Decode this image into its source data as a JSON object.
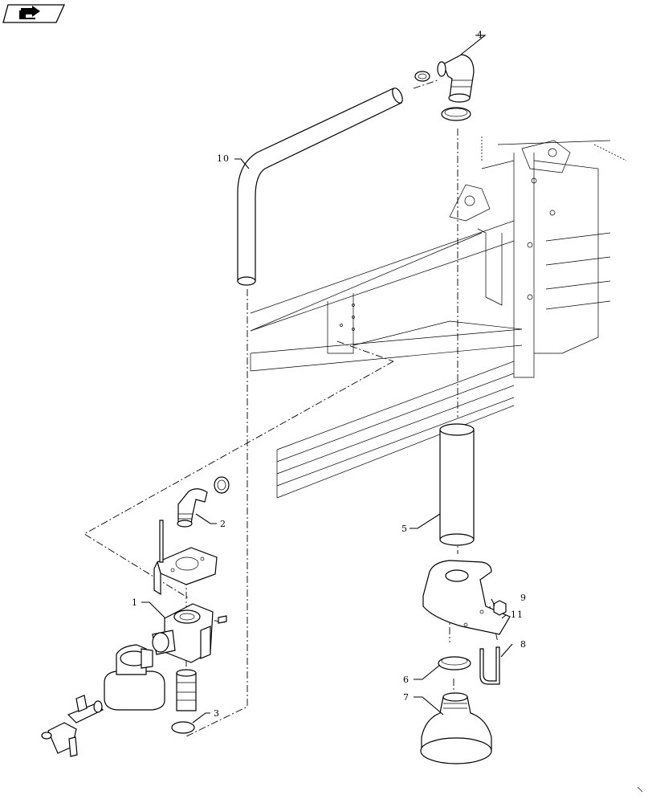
{
  "diagram": {
    "nav_icon": "next-page-arrow-icon",
    "callouts": [
      {
        "id": "1",
        "label": "1"
      },
      {
        "id": "2",
        "label": "2"
      },
      {
        "id": "3",
        "label": "3"
      },
      {
        "id": "4",
        "label": "4"
      },
      {
        "id": "5",
        "label": "5"
      },
      {
        "id": "6",
        "label": "6"
      },
      {
        "id": "7",
        "label": "7"
      },
      {
        "id": "8",
        "label": "8"
      },
      {
        "id": "9",
        "label": "9"
      },
      {
        "id": "10",
        "label": "10"
      },
      {
        "id": "11",
        "label": "11"
      }
    ]
  }
}
